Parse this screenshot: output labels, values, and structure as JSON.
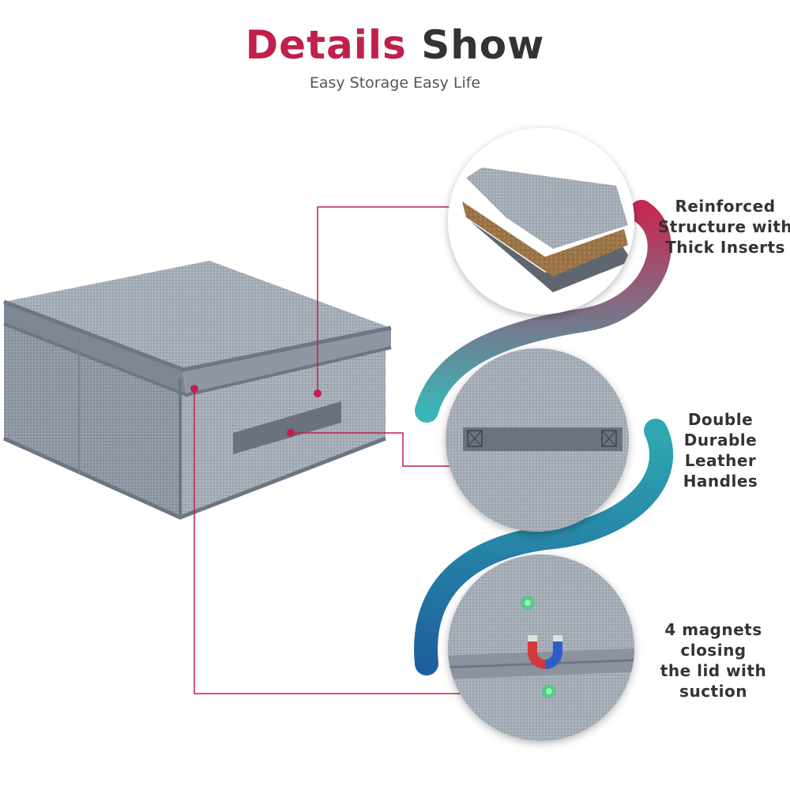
{
  "header": {
    "title_accent": "Details",
    "title_rest": "Show",
    "subtitle": "Easy Storage Easy Life"
  },
  "features": [
    {
      "label_lines": [
        "Reinforced",
        "Structure with",
        "Thick Inserts"
      ]
    },
    {
      "label_lines": [
        "Double Durable",
        "Leather",
        "Handles"
      ]
    },
    {
      "label_lines": [
        "4 magnets",
        "closing",
        "the lid with",
        "suction"
      ]
    }
  ],
  "colors": {
    "accent": "#c0204a",
    "teal": "#2fa8b0",
    "blue": "#1f6ea8",
    "fabric": "#8f98a4",
    "magnet_dot": "#2bd36a"
  }
}
